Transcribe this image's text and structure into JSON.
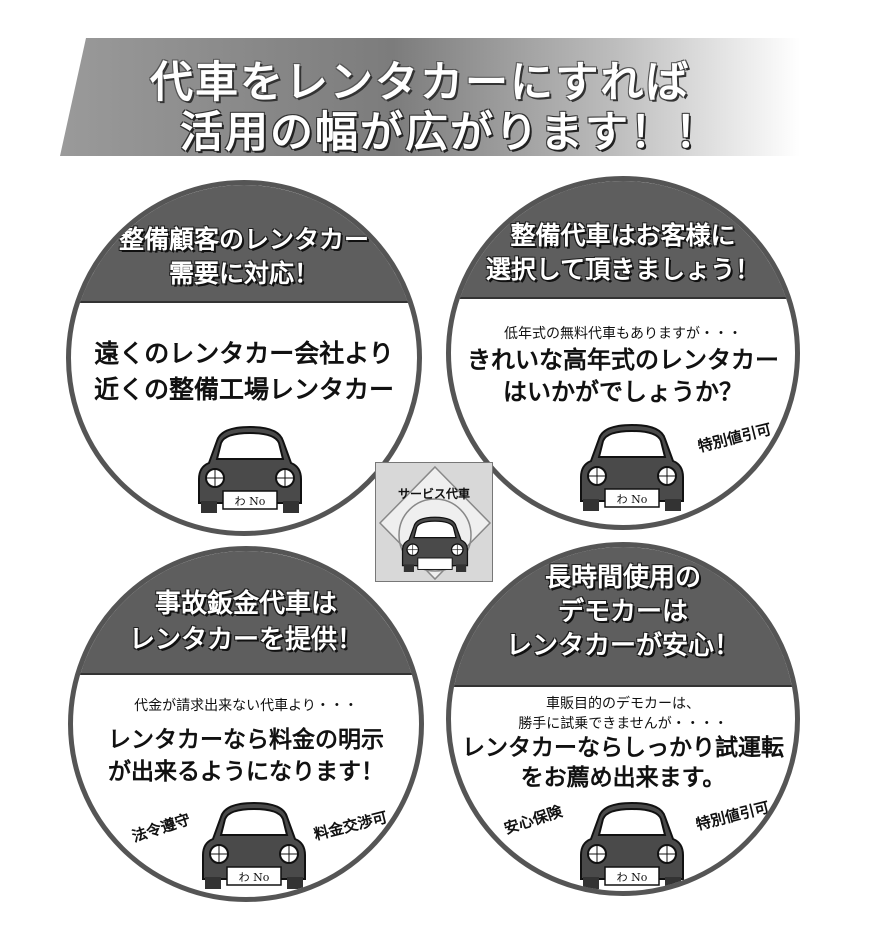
{
  "headline": {
    "line1": "代車をレンタカーにすれば",
    "line2": "活用の幅が広がります！！"
  },
  "center": {
    "label": "サービス代車"
  },
  "panels": [
    {
      "heading": [
        "整備顧客のレンタカー",
        "需要に対応！"
      ],
      "body": [
        "遠くのレンタカー会社より",
        "近くの整備工場レンタカー"
      ],
      "plate": "わ No"
    },
    {
      "heading": [
        "整備代車はお客様に",
        "選択して頂きましょう！"
      ],
      "note": "低年式の無料代車もありますが・・・",
      "body": [
        "きれいな高年式のレンタカー",
        "はいかがでしょうか？"
      ],
      "badge_right": "特別値引可",
      "plate": "わ No"
    },
    {
      "heading": [
        "事故鈑金代車は",
        "レンタカーを提供！"
      ],
      "note": "代金が請求出来ない代車より・・・",
      "body": [
        "レンタカーなら料金の明示",
        "が出来るようになります！"
      ],
      "badge_left": "法令遵守",
      "badge_right": "料金交渉可",
      "plate": "わ No"
    },
    {
      "heading": [
        "長時間使用の",
        "デモカーは",
        "レンタカーが安心！"
      ],
      "note": [
        "車販目的のデモカーは、",
        "勝手に試乗できませんが・・・・"
      ],
      "body": [
        "レンタカーならしっかり試運転",
        "をお薦め出来ます。"
      ],
      "badge_left": "安心保険",
      "badge_right": "特別値引可",
      "plate": "わ No"
    }
  ]
}
